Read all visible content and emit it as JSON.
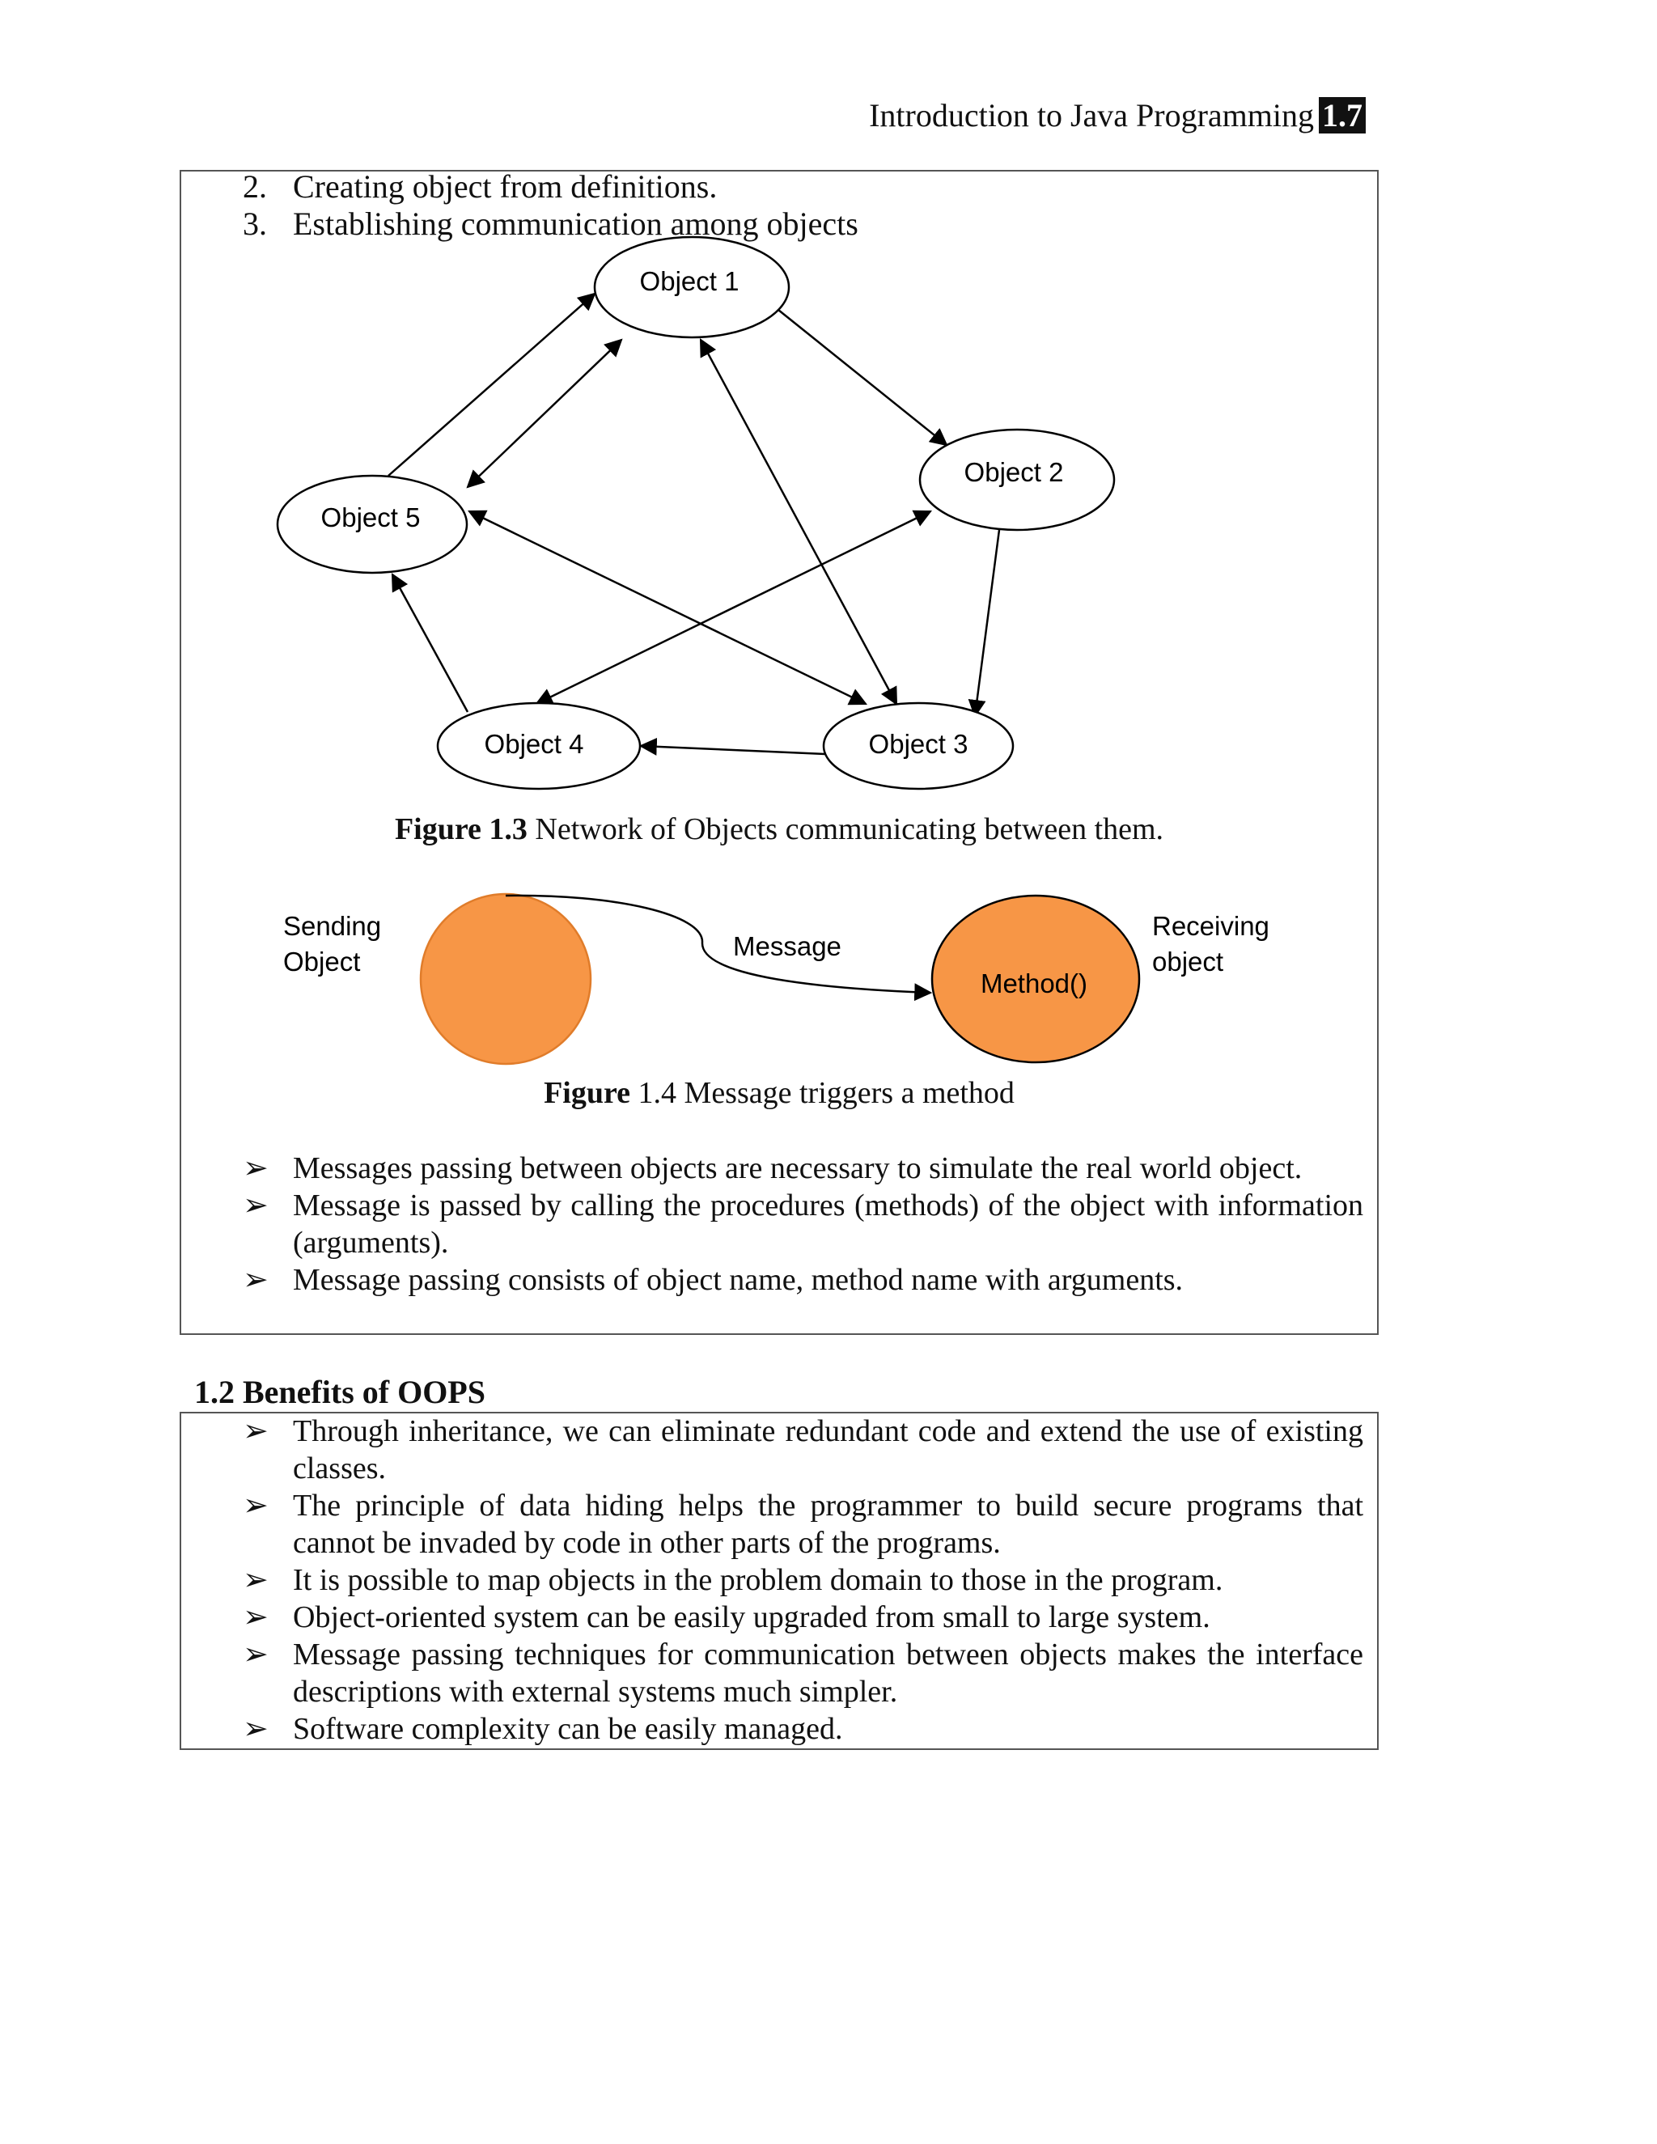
{
  "header": {
    "title": "Introduction to Java Programming",
    "page": "1.7"
  },
  "steps": [
    {
      "num": "2.",
      "text": "Creating object from definitions."
    },
    {
      "num": "3.",
      "text": "Establishing communication among objects"
    }
  ],
  "network": {
    "nodes": [
      "Object 1",
      "Object 2",
      "Object 3",
      "Object 4",
      "Object 5"
    ],
    "caption_label": "Figure 1.3",
    "caption_text": "Network of Objects communicating between them."
  },
  "message_fig": {
    "sending": [
      "Sending",
      "Object"
    ],
    "receiving": [
      "Receiving",
      "object"
    ],
    "message": "Message",
    "method": "Method()",
    "fill_color": "#f79646",
    "caption_label": "Figure",
    "caption_text": "1.4 Message triggers a method"
  },
  "message_bullets": [
    "Messages passing between objects are necessary to simulate the real world object.",
    "Message is passed by calling the procedures (methods) of the object with information (arguments).",
    "Message passing consists of object name, method name with arguments."
  ],
  "benefits": {
    "title": "1.2 Benefits of OOPS",
    "items": [
      "Through inheritance, we can eliminate redundant code and extend the use of existing classes.",
      "The principle of data hiding helps the programmer to build secure programs that cannot be invaded by code in other parts of the programs.",
      "It is possible to map objects in the problem domain to those in the program.",
      "Object-oriented system can be easily upgraded from small to large system.",
      "Message passing techniques for communication between objects makes the interface descriptions with external systems much simpler.",
      "Software complexity can be easily managed."
    ]
  },
  "bullet_glyph": "➢"
}
